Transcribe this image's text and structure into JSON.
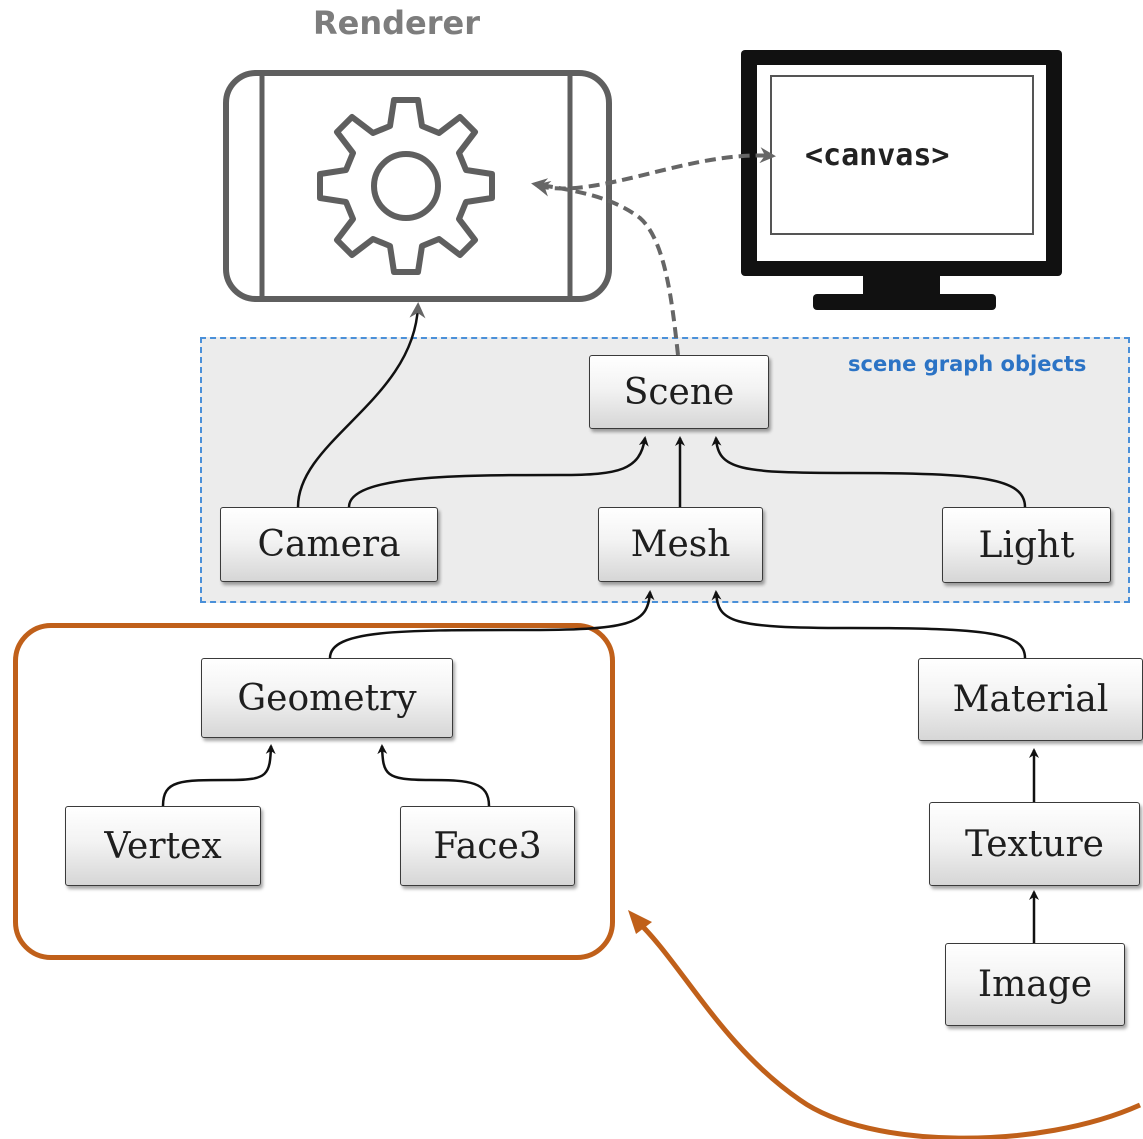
{
  "renderer": {
    "title": "Renderer",
    "icon": "gear-icon"
  },
  "display": {
    "canvas_label": "<canvas>",
    "icon": "monitor-icon"
  },
  "scene_group": {
    "label": "scene graph objects"
  },
  "nodes": {
    "scene": "Scene",
    "camera": "Camera",
    "mesh": "Mesh",
    "light": "Light",
    "geometry": "Geometry",
    "material": "Material",
    "vertex": "Vertex",
    "face3": "Face3",
    "texture": "Texture",
    "image": "Image"
  },
  "colors": {
    "group_border": "#4a90d9",
    "group_fill": "#ececec",
    "highlight": "#c0601a",
    "renderer_gray": "#666666",
    "edge": "#111111"
  }
}
